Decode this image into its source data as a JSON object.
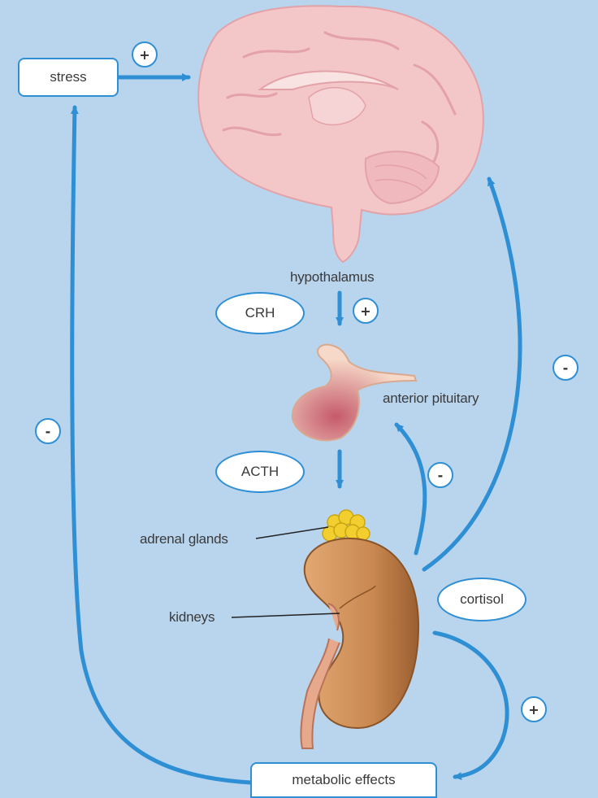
{
  "labels": {
    "hypothalamus": "hypothalamus",
    "anterior_pituitary": "anterior pituitary",
    "adrenal_glands": "adrenal glands",
    "kidneys": "kidneys"
  },
  "boxes": {
    "stress": "stress",
    "metabolic_effects": "metabolic effects"
  },
  "hormones": {
    "crh": "CRH",
    "acth": "ACTH",
    "cortisol": "cortisol"
  },
  "signs": {
    "stress_to_brain": "+",
    "crh": "+",
    "cortisol_to_brain": "-",
    "cortisol_to_pituitary": "-",
    "metabolic_to_stress": "-",
    "cortisol_to_metabolic": "+"
  },
  "colors": {
    "background": "#b9d5ee",
    "arrow": "#2f8fd4",
    "brain": "#f3c6c8",
    "kidney": "#c98850",
    "adrenal": "#f2cf2e"
  }
}
